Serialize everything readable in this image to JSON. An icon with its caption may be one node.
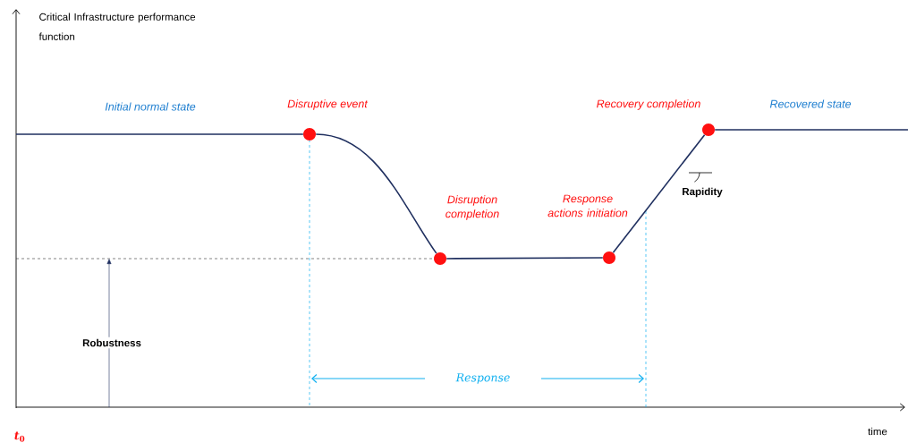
{
  "diagram": {
    "nodes": [
      {
        "text": [],
        "shape": "circle",
        "beside": [
          "Disruptive event"
        ]
      },
      {
        "text": [],
        "shape": "circle",
        "beside": [
          "Disruption completion"
        ]
      },
      {
        "text": [],
        "shape": "circle",
        "beside": [
          "Response actions initiation"
        ]
      },
      {
        "text": [],
        "shape": "circle",
        "beside": [
          "Recovery completion"
        ]
      }
    ],
    "edges": [
      {
        "from": null,
        "to": 0,
        "arrow": "none"
      },
      {
        "from": 0,
        "to": 1,
        "arrow": "none"
      },
      {
        "from": 1,
        "to": 2,
        "arrow": "none"
      },
      {
        "from": 2,
        "to": 3,
        "arrow": "none"
      },
      {
        "from": 3,
        "to": null,
        "arrow": "none"
      }
    ],
    "labels": [
      "Critical Infrastructure performance function",
      "Initial normal state",
      "Recovered state",
      "Rapidity",
      "Robustness",
      "Response",
      "*t*$_{0}$",
      "time"
    ]
  }
}
